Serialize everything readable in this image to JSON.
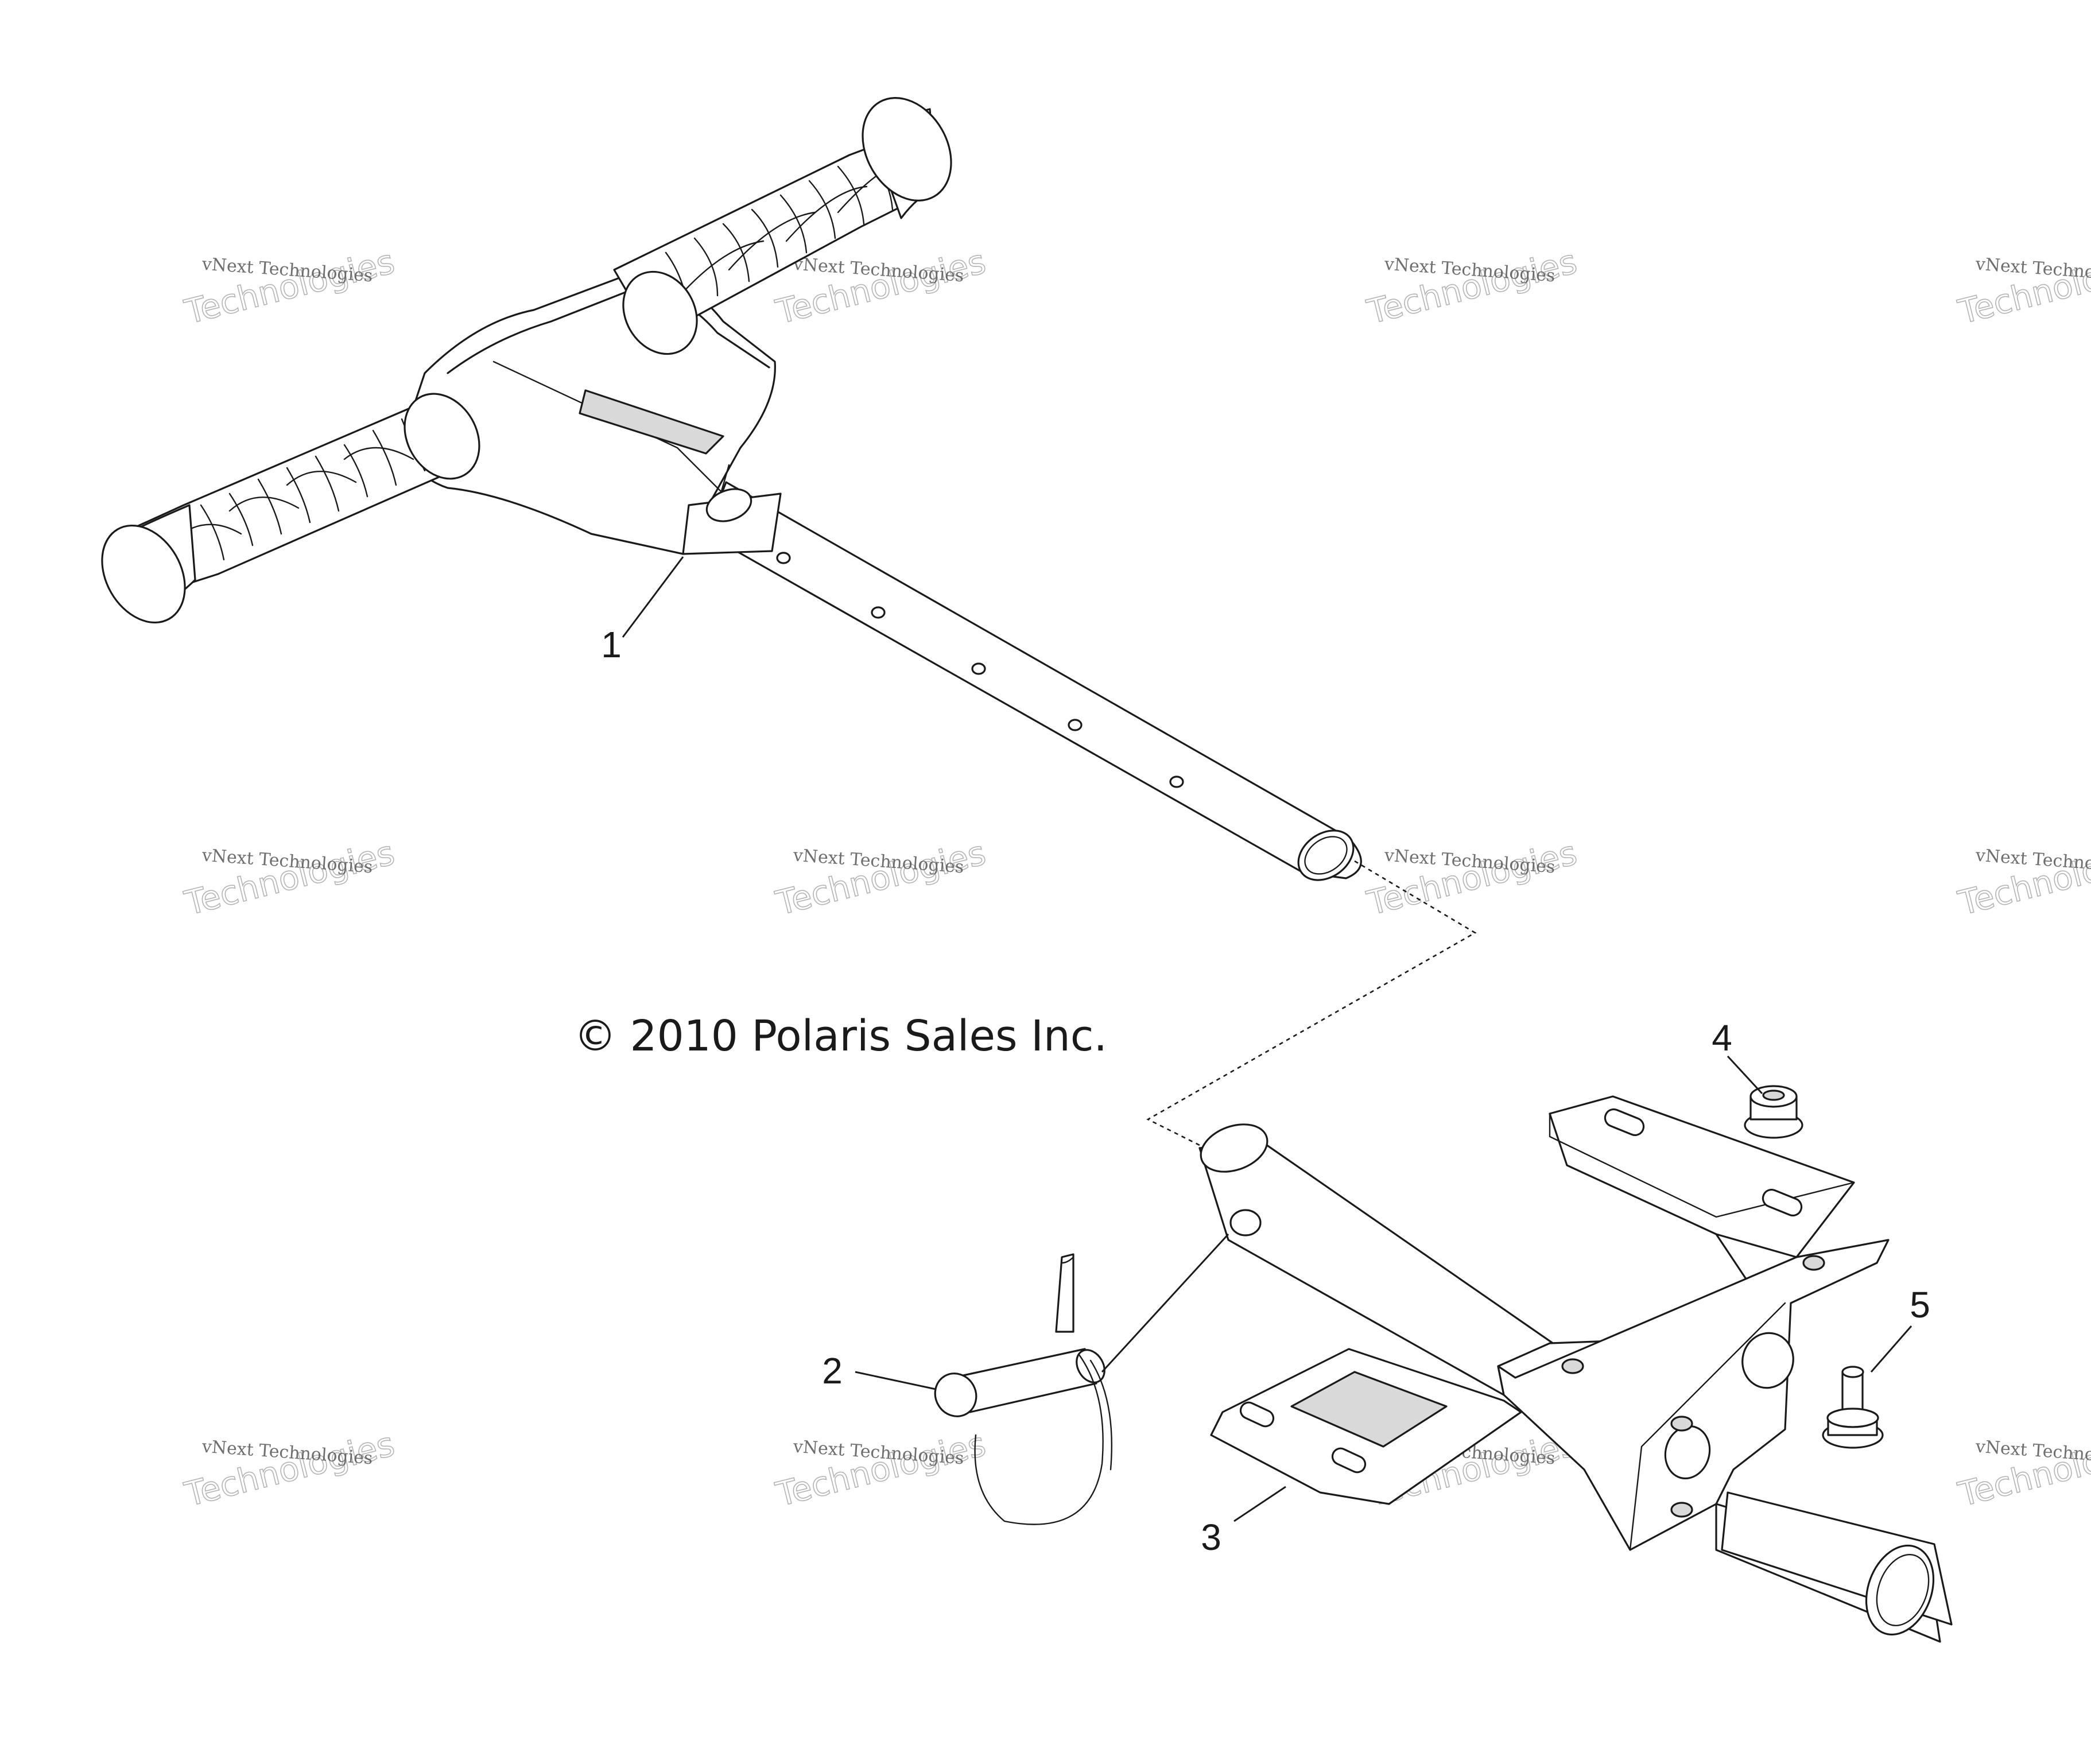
{
  "diagram": {
    "copyright": "© 2010 Polaris Sales Inc.",
    "callouts": [
      {
        "id": "1",
        "label": "1",
        "part": "handlebar-assembly"
      },
      {
        "id": "2",
        "label": "2",
        "part": "hitch-pin"
      },
      {
        "id": "3",
        "label": "3",
        "part": "mounting-bracket"
      },
      {
        "id": "4",
        "label": "4",
        "part": "flange-nut"
      },
      {
        "id": "5",
        "label": "5",
        "part": "flange-bolt"
      }
    ]
  },
  "watermark": {
    "line1": "vNext Technologies",
    "line2": "Technologies"
  },
  "colors": {
    "line": "#1a1a1a",
    "background": "#ffffff",
    "watermark": "#9a9a9a"
  }
}
